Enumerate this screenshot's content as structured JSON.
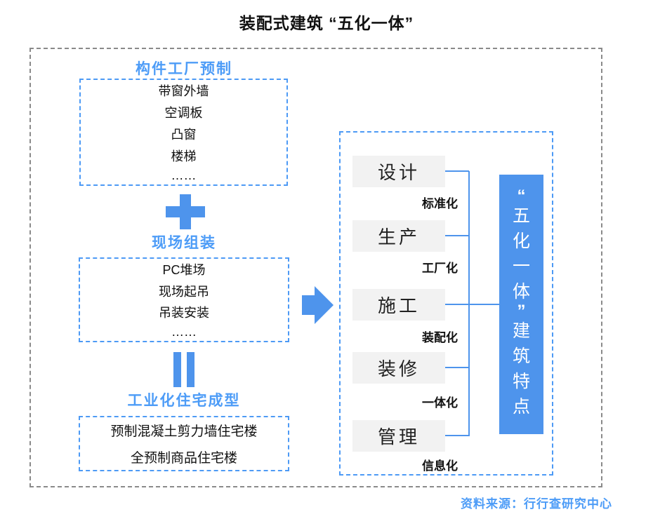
{
  "title": "装配式建筑 “五化一体”",
  "colors": {
    "accent_blue": "#4E94EC",
    "heading_blue": "#4D9CF7",
    "border_blue": "#4D9AF5",
    "gray_border": "#8A8A8A",
    "box_fill": "#F2F2F2",
    "ink": "#1A1A1A"
  },
  "left_flow": {
    "stages": [
      {
        "heading": "构件工厂预制",
        "items": [
          "带窗外墙",
          "空调板",
          "凸窗",
          "楼梯",
          "……"
        ]
      },
      {
        "heading": "现场组装",
        "items": [
          "PC堆场",
          "现场起吊",
          "吊装安装",
          "……"
        ]
      },
      {
        "heading": "工业化住宅成型",
        "items": [
          "预制混凝土剪力墙住宅楼",
          "全预制商品住宅楼"
        ]
      }
    ],
    "operator_icons": [
      "plus-icon",
      "parallel-equals-icon"
    ],
    "arrow_icon": "right-arrow-icon"
  },
  "right_panel": {
    "rows": [
      {
        "box": "设计",
        "label": "标准化"
      },
      {
        "box": "生产",
        "label": "工厂化"
      },
      {
        "box": "施工",
        "label": "装配化"
      },
      {
        "box": "装修",
        "label": "一体化"
      },
      {
        "box": "管理",
        "label": "信息化"
      }
    ],
    "result": "“五化一体”建筑特点",
    "result_chars": [
      "“",
      "五",
      "化",
      "一",
      "体",
      "”",
      "建",
      "筑",
      "特",
      "点"
    ]
  },
  "source": "资料来源：行行查研究中心"
}
